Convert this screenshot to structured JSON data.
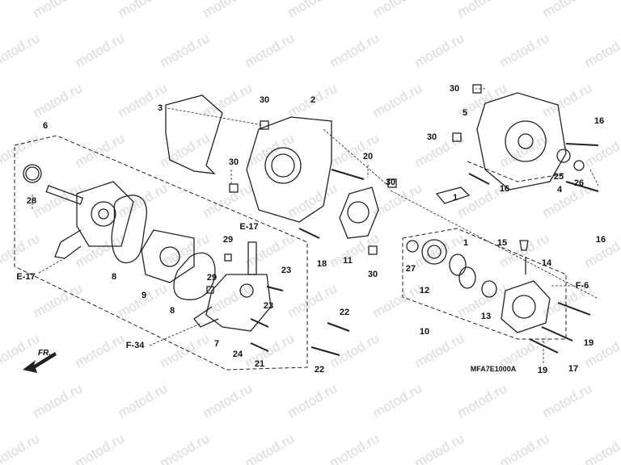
{
  "watermark": "motod.ru",
  "diagram_code": "MFA7E1000A",
  "direction_marker": "FR.",
  "callouts": [
    "3",
    "30",
    "2",
    "6",
    "30",
    "20",
    "30",
    "5",
    "16",
    "30",
    "25",
    "26",
    "4",
    "16",
    "16",
    "30",
    "1",
    "1",
    "28",
    "E-17",
    "29",
    "15",
    "14",
    "11",
    "18",
    "30",
    "27",
    "12",
    "23",
    "8",
    "9",
    "29",
    "E-17",
    "F-6",
    "13",
    "8",
    "23",
    "22",
    "10",
    "7",
    "24",
    "F-34",
    "21",
    "22",
    "19",
    "17",
    "19"
  ],
  "colors": {
    "line": "#222222",
    "watermark": "#d8d8d8"
  }
}
